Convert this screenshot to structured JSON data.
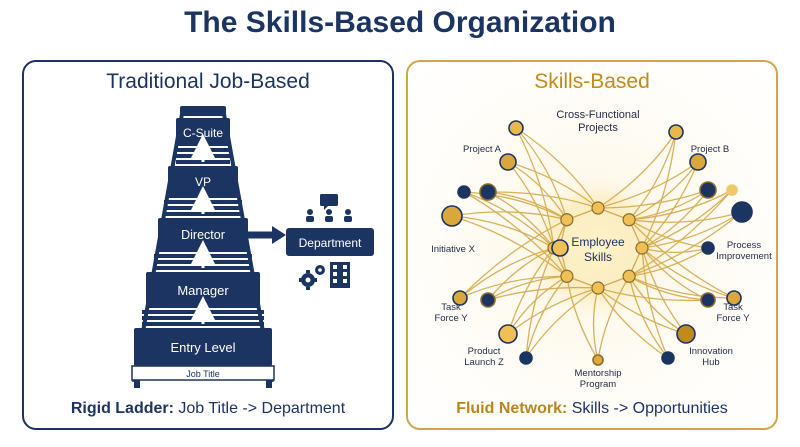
{
  "title": "The Skills-Based Organization",
  "left": {
    "heading": "Traditional Job-Based",
    "levels": [
      "C-Suite",
      "VP",
      "Director",
      "Manager",
      "Entry Level"
    ],
    "base_label": "Job Title",
    "department": "Department",
    "footer_bold": "Rigid Ladder:",
    "footer_rest": " Job Title -> Department",
    "colors": {
      "navy": "#1c3461"
    }
  },
  "right": {
    "heading": "Skills-Based",
    "center_line1": "Employee",
    "center_line2": "Skills",
    "top_line1": "Cross-Functional",
    "top_line2": "Projects",
    "nodes": {
      "project_a": "Project A",
      "project_b": "Project B",
      "initiative_x": "Initiative X",
      "process_1": "Process",
      "process_2": "Improvement",
      "task_left_1": "Task",
      "task_left_2": "Force Y",
      "task_right_1": "Task",
      "task_right_2": "Force Y",
      "product_1": "Product",
      "product_2": "Launch Z",
      "innovation_1": "Innovation",
      "innovation_2": "Hub",
      "mentorship_1": "Mentorship",
      "mentorship_2": "Program"
    },
    "footer_bold": "Fluid Network:",
    "footer_rest": " Skills -> Opportunities",
    "colors": {
      "gold": "#d9a73c",
      "navy": "#1c3461"
    }
  }
}
